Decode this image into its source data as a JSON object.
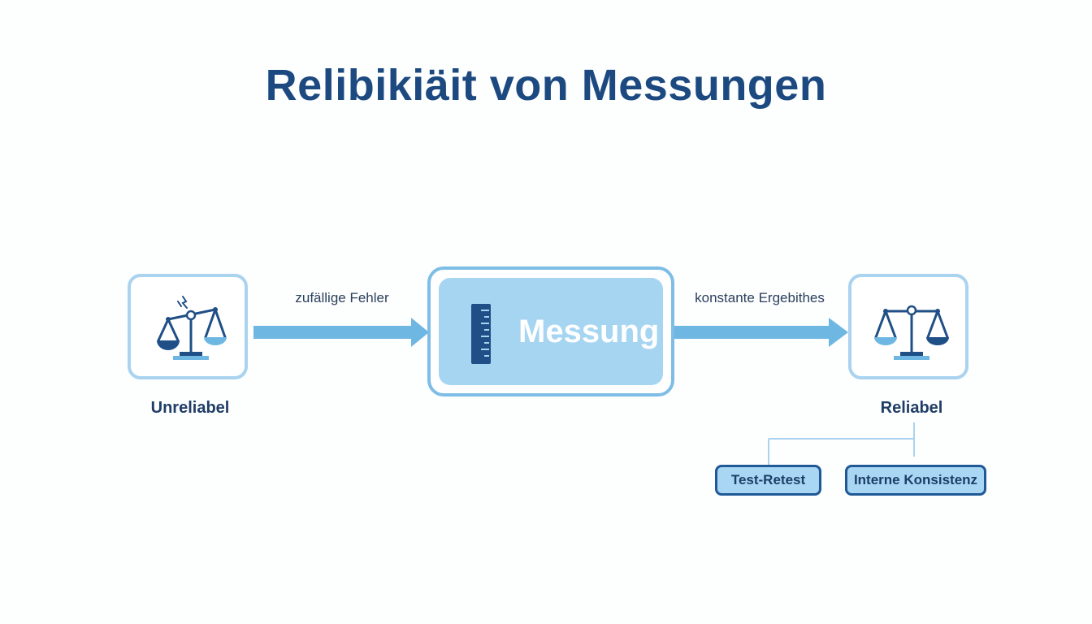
{
  "title": "Relibikiäit von Messungen",
  "nodes": {
    "left": {
      "label": "Unreliabel",
      "icon": "unbalanced-scale-icon"
    },
    "center": {
      "label": "Messung",
      "icon": "ruler-icon"
    },
    "right": {
      "label": "Reliabel",
      "icon": "balanced-scale-icon"
    }
  },
  "edges": {
    "left_to_center": "zufällige Fehler",
    "center_to_right": "konstante Ergebithes"
  },
  "sub_types": [
    "Test-Retest",
    "Interne Konsistenz"
  ],
  "colors": {
    "title": "#1c4a80",
    "arrow": "#6fb7e3",
    "box_border": "#a9d3ef",
    "center_fill": "#a6d5f2",
    "icon_dark": "#1f4f86"
  }
}
